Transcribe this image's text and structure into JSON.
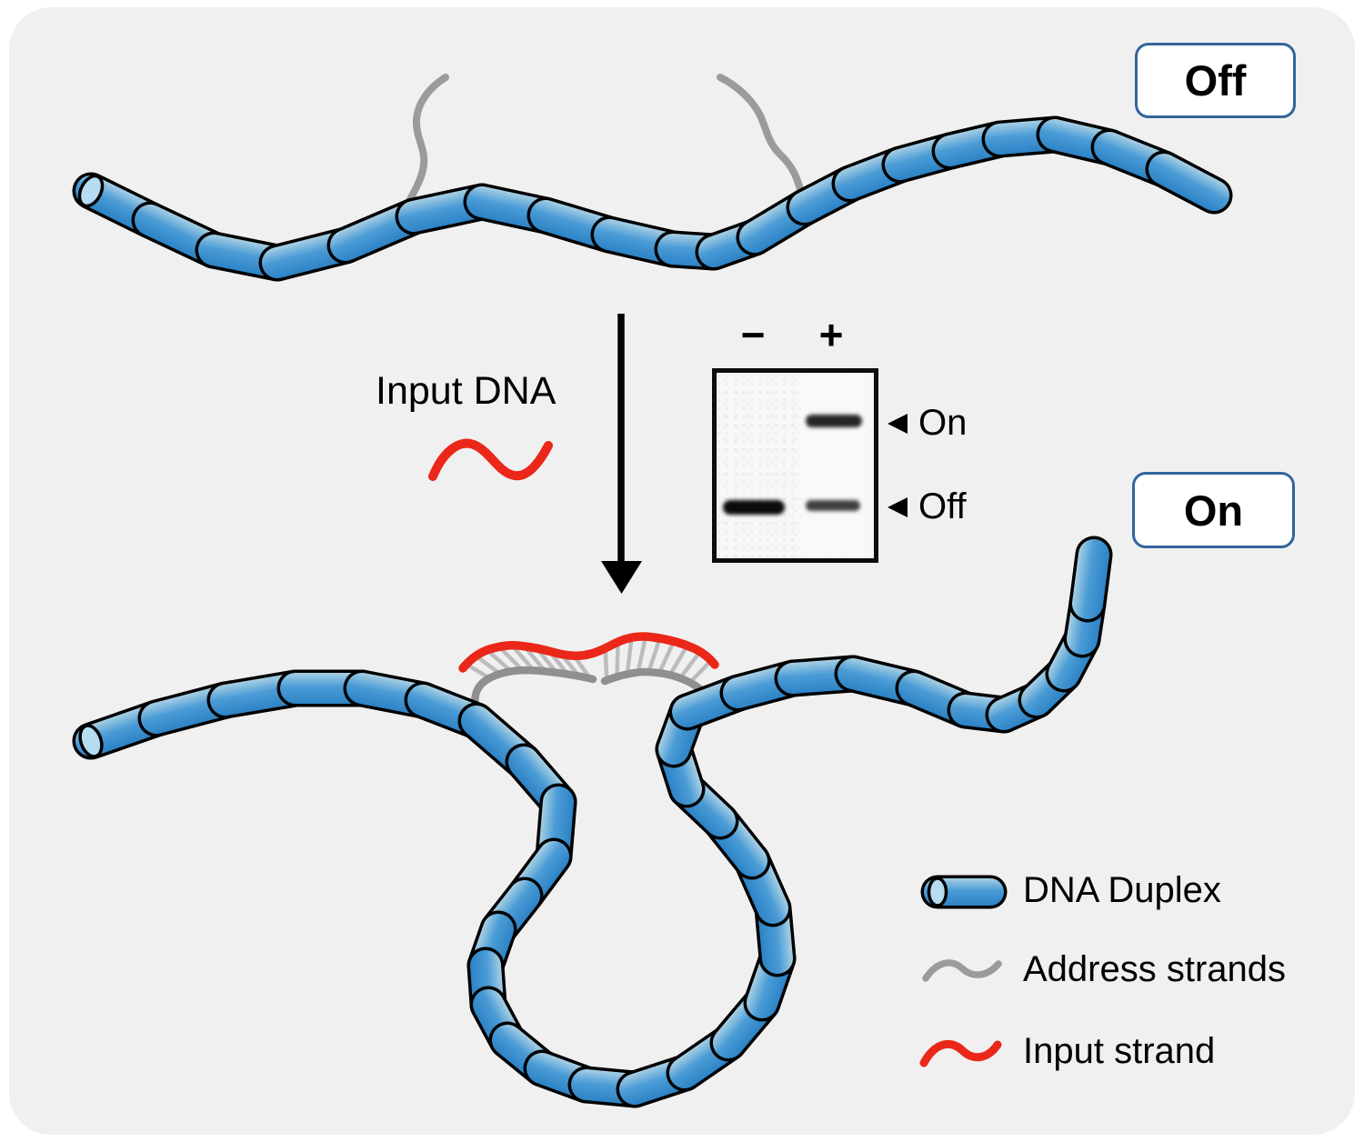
{
  "figure": {
    "state_off_label": "Off",
    "state_on_label": "On",
    "input_label": "Input DNA",
    "gel": {
      "lane_minus_label": "−",
      "lane_plus_label": "+",
      "on_band_label": "On",
      "off_band_label": "Off"
    },
    "legend": {
      "items": [
        {
          "icon": "dna-duplex-icon",
          "label": "DNA Duplex"
        },
        {
          "icon": "address-strand-icon",
          "label": "Address strands"
        },
        {
          "icon": "input-strand-icon",
          "label": "Input strand"
        }
      ]
    },
    "colors": {
      "panel_bg": "#f0f0f1",
      "duplex_blue": "#4b9cd6",
      "duplex_blue_light": "#a7cfe4",
      "duplex_blue_dark": "#2d83c6",
      "duplex_cap": "#b5dcf1",
      "address_gray": "#9b9b9b",
      "arc_gray": "#8f8f8f",
      "rung_gray": "#bcbcbc",
      "input_red": "#ea2718",
      "box_border_blue": "#33659c"
    }
  }
}
